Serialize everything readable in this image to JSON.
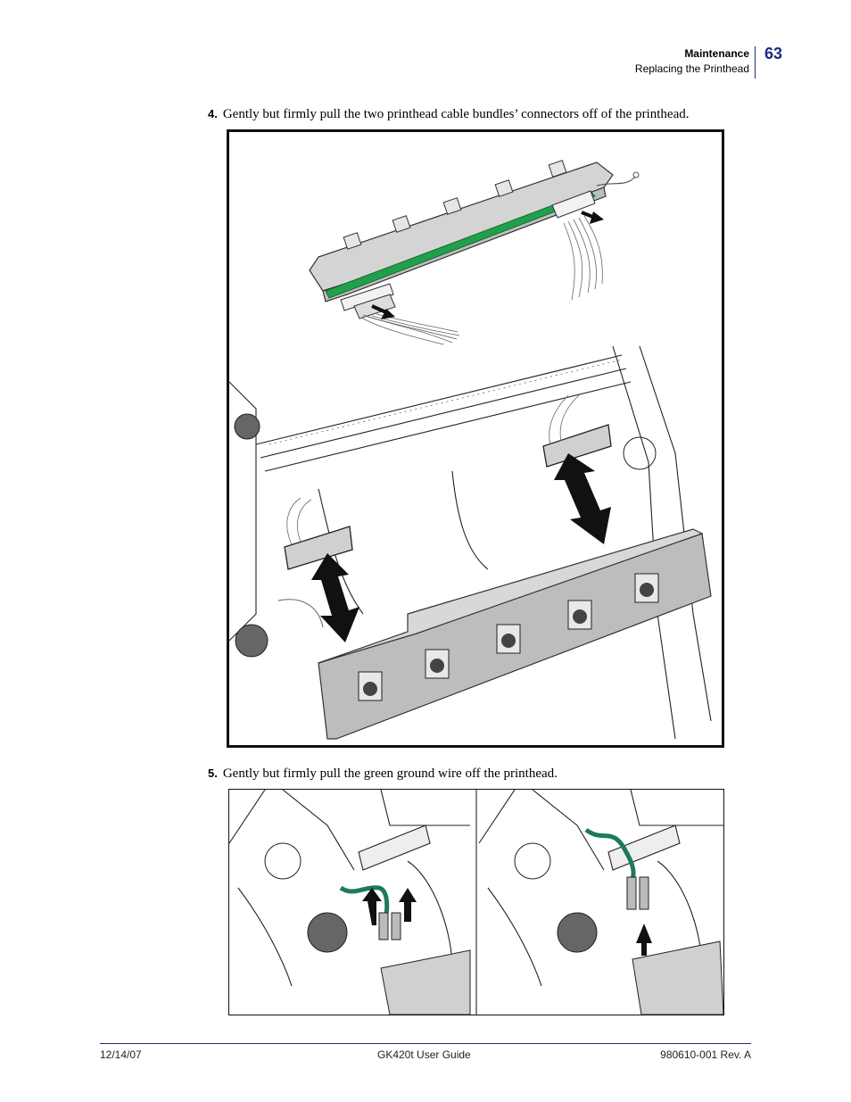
{
  "header": {
    "section": "Maintenance",
    "subsection": "Replacing the Printhead",
    "page_number": "63"
  },
  "steps": [
    {
      "number": "4.",
      "text": "Gently but firmly pull the two printhead cable bundles’ connectors off of the printhead."
    },
    {
      "number": "5.",
      "text": "Gently but firmly pull the green ground wire off the printhead."
    }
  ],
  "colors": {
    "ground_wire": "#1d7a5a",
    "board_green": "#20a04a",
    "page_number": "#1a2a88"
  },
  "footer": {
    "date": "12/14/07",
    "guide": "GK420t User Guide",
    "revision": "980610-001 Rev. A"
  }
}
